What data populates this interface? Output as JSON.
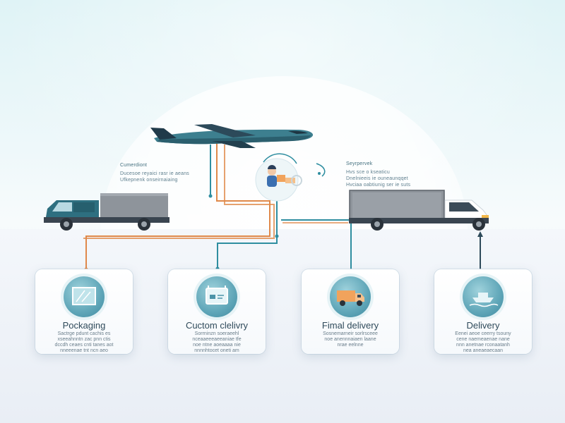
{
  "colors": {
    "teal": "#2e6f80",
    "truck_gray": "#8e949b",
    "line_orange": "#e0894a",
    "line_teal": "#2f8ea0",
    "card_badge": "#5fa6b8"
  },
  "blurbs": {
    "left": {
      "heading": "Cumerdiont",
      "lines": [
        "Ducesoe reyaici rasr ie aeans",
        "Ufkepnenk onseirnaiaing"
      ]
    },
    "right": {
      "heading": "Seyrpervek",
      "lines": [
        "Hvs sce o kseaticu",
        "Dnelnieeis ie ouneaunqqet",
        "Hvciaa oabtiunig ser ie suts"
      ]
    }
  },
  "icons": {
    "airplane": "airplane-icon",
    "worker": "worker-gear-icon",
    "left_truck": "delivery-truck-icon",
    "right_truck": "delivery-truck-icon"
  },
  "stages": [
    {
      "title": "Pockaging",
      "icon": "package-glass-icon",
      "lines": [
        "Sactrge pdunt cachis es",
        "xseeahnntn zac pnn ctis",
        "dccdh ceaes cnti tanes aot",
        "nneeenae tnt ncn aeo"
      ]
    },
    {
      "title": "Cuctom clelivry",
      "icon": "customs-form-icon",
      "lines": [
        "Sorrninzn soeraeehl",
        "nceaaeeeaeeaniae tfe",
        "noe ntne aoeaaaa nie",
        "nnnnhtocet oneti am"
      ]
    },
    {
      "title": "Fimal delivery",
      "icon": "small-truck-icon",
      "lines": [
        "Sosnemarneir sorlrsceee",
        "noe anennnaiaen laane",
        "nrae eelnne"
      ]
    },
    {
      "title": "Delivery",
      "icon": "ship-icon",
      "lines": [
        "Eenei aeoe ceerry tsouny",
        "cene naemeaenae nane",
        "nnn anetnae rconaatanh",
        "nea aneaeaecaan"
      ]
    }
  ]
}
